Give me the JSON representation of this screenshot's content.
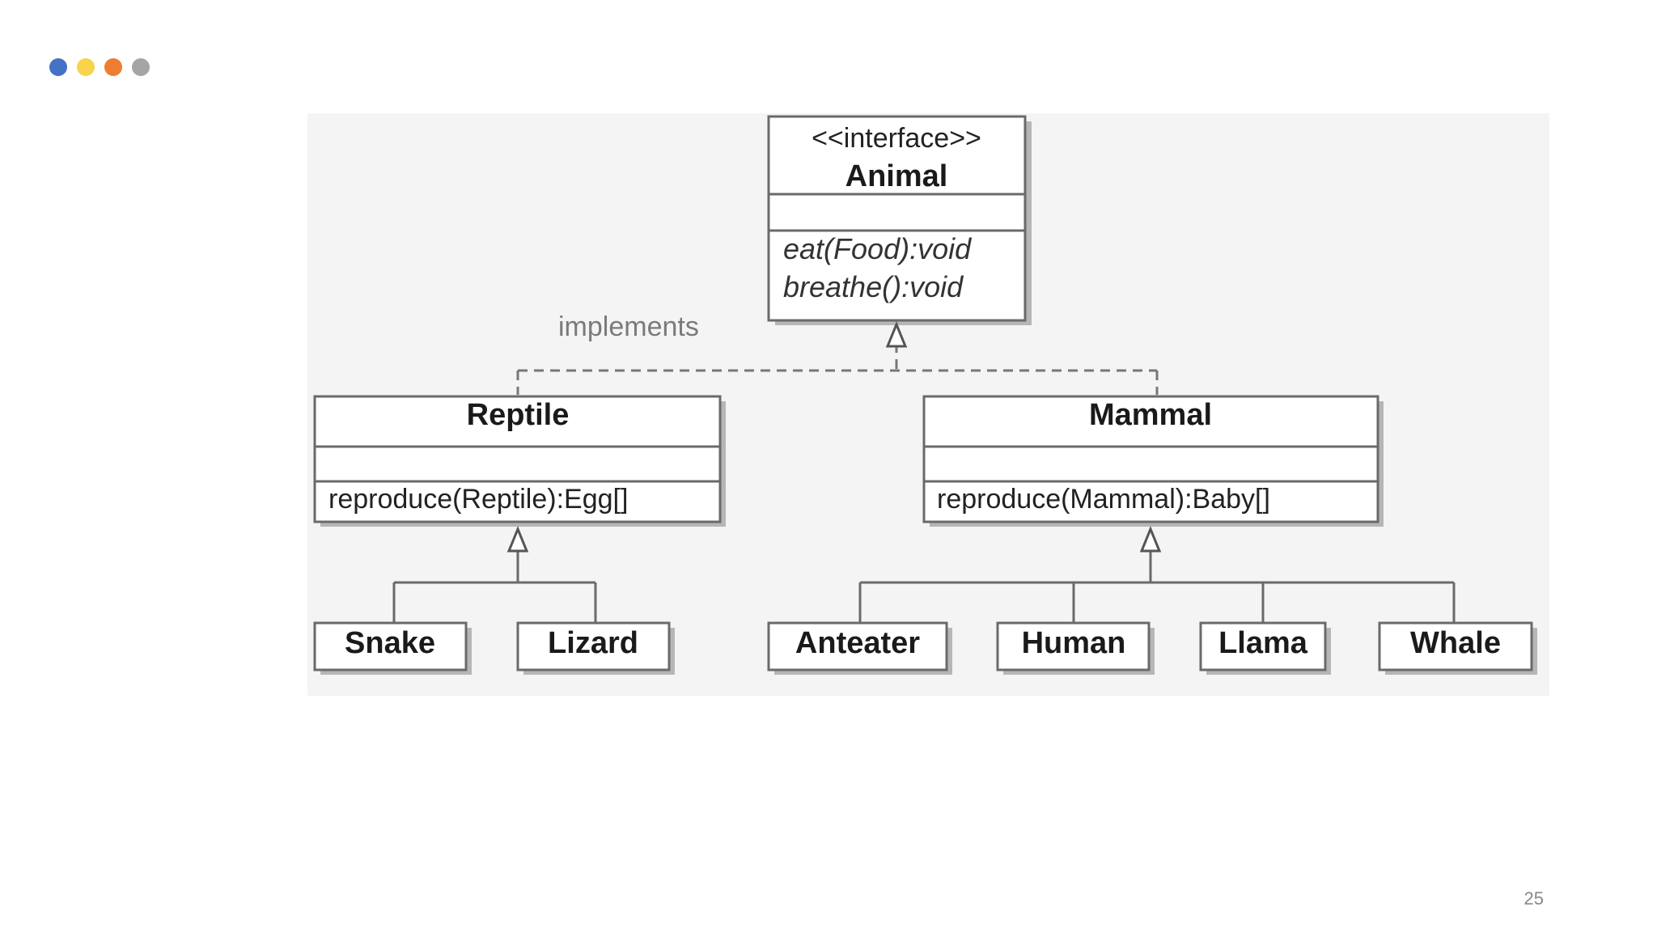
{
  "slide": {
    "page_number": "25",
    "dot_colors": [
      "#4472c4",
      "#f8d44c",
      "#ed7d31",
      "#a5a5a5"
    ]
  },
  "diagram": {
    "animal": {
      "stereotype": "<<interface>>",
      "name": "Animal",
      "methods": [
        "eat(Food):void",
        "breathe():void"
      ]
    },
    "relation_label": "implements",
    "reptile": {
      "name": "Reptile",
      "method": "reproduce(Reptile):Egg[]"
    },
    "mammal": {
      "name": "Mammal",
      "method": "reproduce(Mammal):Baby[]"
    },
    "leaves": {
      "snake": "Snake",
      "lizard": "Lizard",
      "anteater": "Anteater",
      "human": "Human",
      "llama": "Llama",
      "whale": "Whale"
    }
  }
}
